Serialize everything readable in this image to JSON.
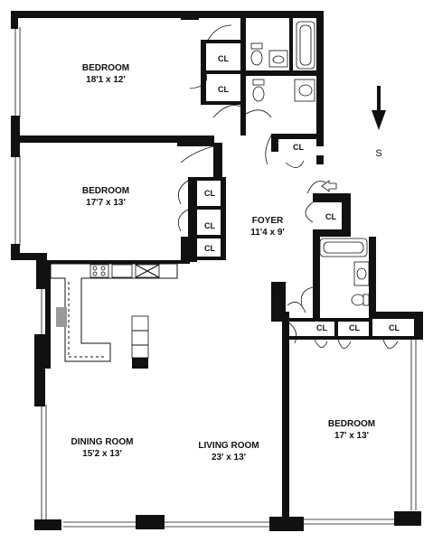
{
  "rooms": {
    "bedroom1": {
      "name": "BEDROOM",
      "dims": "18'1 x 12'"
    },
    "bedroom2": {
      "name": "BEDROOM",
      "dims": "17'7 x 13'"
    },
    "foyer": {
      "name": "FOYER",
      "dims": "11'4 x 9'"
    },
    "dining": {
      "name": "DINING ROOM",
      "dims": "15'2 x 13'"
    },
    "living": {
      "name": "LIVING ROOM",
      "dims": "23' x 13'"
    },
    "bedroom3": {
      "name": "BEDROOM",
      "dims": "17' x 13'"
    }
  },
  "closet_label": "CL",
  "compass": {
    "label": "S"
  }
}
